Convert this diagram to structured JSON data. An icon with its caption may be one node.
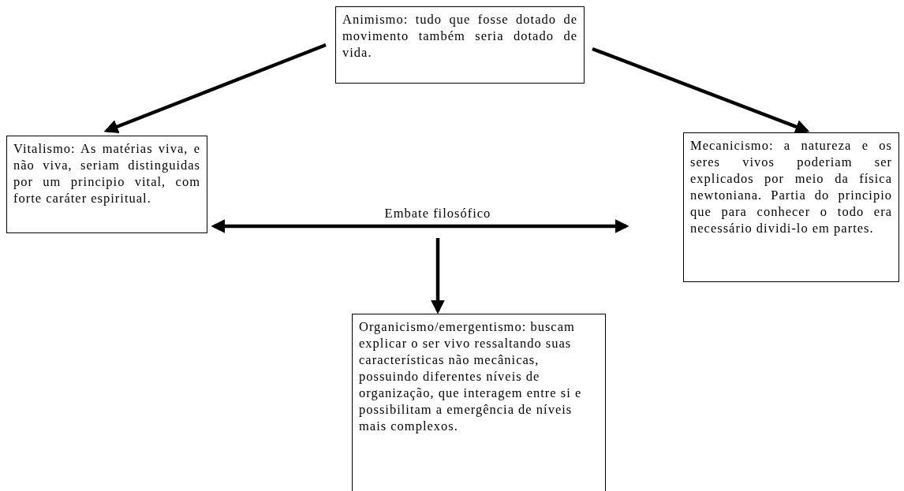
{
  "diagram": {
    "nodes": [
      {
        "text": [
          "Animismo: tudo que fosse dotado de movimento também seria dotado de vida."
        ]
      },
      {
        "text": [
          "Vitalismo: As matérias viva, e não viva, seriam distinguidas por um principio vital, com forte caráter espiritual."
        ]
      },
      {
        "text": [
          "Embate filosófico"
        ]
      },
      {
        "text": [
          "Mecanicismo: a natureza e os seres vivos poderiam ser explicados por meio da física newtoniana. Partia do principio que para conhecer o todo era necessário dividi-lo em partes."
        ]
      },
      {
        "text": [
          "Organicismo/emergentismo: buscam explicar o ser vivo ressaltando suas características não mecânicas, possuindo diferentes níveis de organização, que interagem entre si e possibilitam a emergência de níveis mais complexos."
        ]
      }
    ],
    "edges": [
      {
        "from": 0,
        "to": 1,
        "arrow": "to"
      },
      {
        "from": 0,
        "to": 3,
        "arrow": "to"
      },
      {
        "from": 1,
        "to": 3,
        "arrow": "both"
      },
      {
        "from": 2,
        "to": 4,
        "arrow": "to"
      }
    ]
  }
}
